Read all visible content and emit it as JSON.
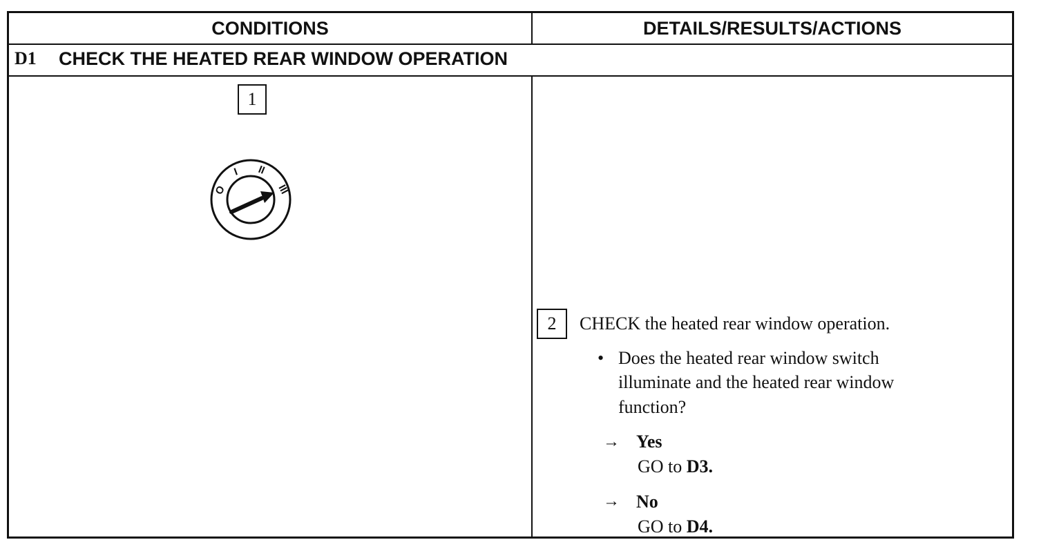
{
  "header": {
    "conditions": "CONDITIONS",
    "details": "DETAILS/RESULTS/ACTIONS"
  },
  "step": {
    "code": "D1",
    "title": "CHECK THE HEATED REAR WINDOW OPERATION"
  },
  "conditions": {
    "box_number": "1",
    "switch_positions": [
      "O",
      "I",
      "II",
      "III"
    ],
    "switch_icon": "ignition-switch-position-III-icon"
  },
  "actions": {
    "box_number": "2",
    "instruction": "CHECK the heated rear window operation.",
    "bullet": "•",
    "question_lines": [
      "Does the heated rear window switch",
      "illuminate and the heated rear window",
      "function?"
    ],
    "arrow": "→",
    "yes_label": "Yes",
    "yes_prefix": "GO to ",
    "yes_target": "D3.",
    "no_label": "No",
    "no_prefix": "GO to ",
    "no_target": "D4."
  }
}
